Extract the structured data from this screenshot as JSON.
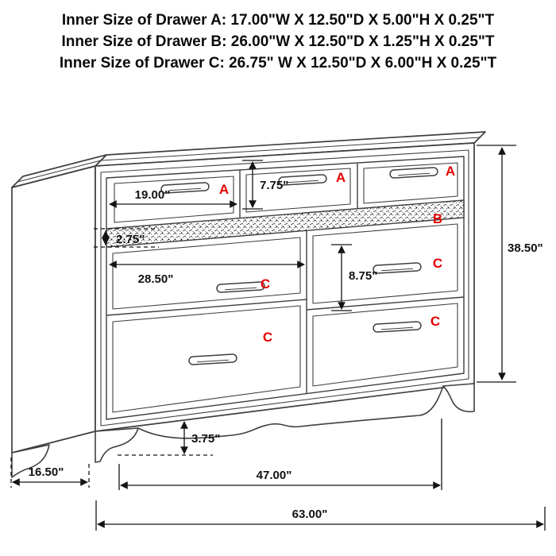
{
  "title_block": {
    "lines": [
      "Inner Size of Drawer A: 17.00\"W X 12.50\"D X 5.00\"H X 0.25\"T",
      "Inner Size of Drawer B: 26.00\"W X 12.50\"D X 1.25\"H X 0.25\"T",
      "Inner Size of Drawer C: 26.75\" W X 12.50\"D X 6.00\"H X 0.25\"T"
    ]
  },
  "drawer_labels": {
    "a1": "A",
    "a2": "A",
    "a3": "A",
    "b": "B",
    "c_left_top": "C",
    "c_left_bottom": "C",
    "c_right_top": "C",
    "c_right_bottom": "C"
  },
  "dimensions": {
    "drawer_a_width": "19.00\"",
    "drawer_a_height": "7.75\"",
    "hidden_drawer_b_height": "2.75\"",
    "drawer_c_width": "28.50\"",
    "drawer_c_height": "8.75\"",
    "overall_height": "38.50\"",
    "foot_height": "3.75\"",
    "base_depth": "16.50\"",
    "leg_to_leg_width": "47.00\"",
    "overall_width": "63.00\""
  },
  "colors": {
    "label_red": "#e60000",
    "line_gray": "#3f3f3f",
    "dimension_black": "#141414"
  }
}
